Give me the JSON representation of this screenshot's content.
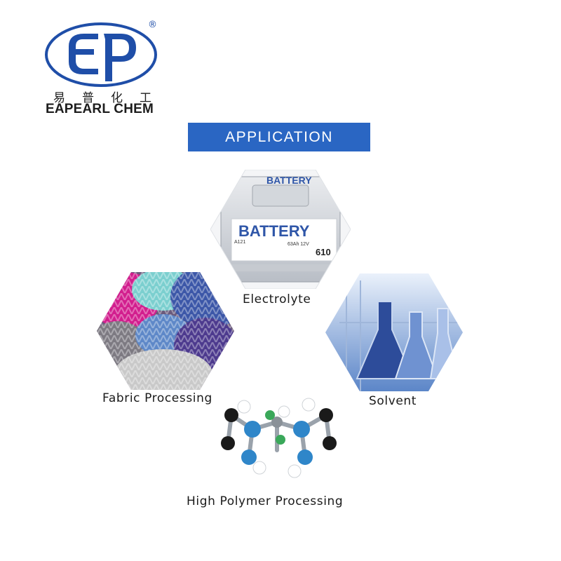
{
  "brand": {
    "name_cn": [
      "易",
      "普",
      "化",
      "工"
    ],
    "name_en": "EAPEARL CHEM",
    "registered_mark": "®",
    "logo_color": "#1f4ea8"
  },
  "banner": {
    "title": "APPLICATION",
    "color": "#2a66c3"
  },
  "applications": [
    {
      "label": "Electrolyte",
      "image": "battery-image",
      "battery_text": "BATTERY",
      "battery_code": "610",
      "battery_spec": "63Ah 12V",
      "battery_model": "A121"
    },
    {
      "label": "Fabric Processing",
      "image": "knitted-fabric-image"
    },
    {
      "label": "Solvent",
      "image": "lab-glassware-image"
    },
    {
      "label": "High Polymer Processing",
      "image": "molecule-model-image"
    }
  ]
}
